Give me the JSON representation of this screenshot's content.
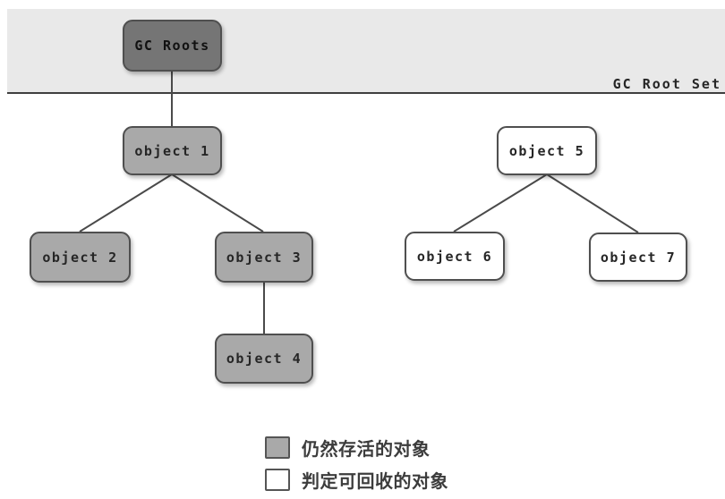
{
  "diagram": {
    "root_set_label": "GC Root Set",
    "nodes": {
      "gc_roots": {
        "label": "GC Roots",
        "status": "root"
      },
      "object1": {
        "label": "object 1",
        "status": "alive"
      },
      "object2": {
        "label": "object 2",
        "status": "alive"
      },
      "object3": {
        "label": "object 3",
        "status": "alive"
      },
      "object4": {
        "label": "object 4",
        "status": "alive"
      },
      "object5": {
        "label": "object 5",
        "status": "recyclable"
      },
      "object6": {
        "label": "object 6",
        "status": "recyclable"
      },
      "object7": {
        "label": "object 7",
        "status": "recyclable"
      }
    },
    "edges": [
      [
        "gc_roots",
        "object1"
      ],
      [
        "object1",
        "object2"
      ],
      [
        "object1",
        "object3"
      ],
      [
        "object3",
        "object4"
      ],
      [
        "object5",
        "object6"
      ],
      [
        "object5",
        "object7"
      ]
    ],
    "colors": {
      "band_fill": "#e9e9e9",
      "root_fill": "#757575",
      "alive_fill": "#a9a9a9",
      "recyclable_fill": "#ffffff",
      "node_border": "#4f4f4f",
      "line": "#4a4a4a",
      "text": "#262626"
    }
  },
  "legend": {
    "alive": {
      "label": "仍然存活的对象"
    },
    "recyclable": {
      "label": "判定可回收的对象"
    }
  }
}
